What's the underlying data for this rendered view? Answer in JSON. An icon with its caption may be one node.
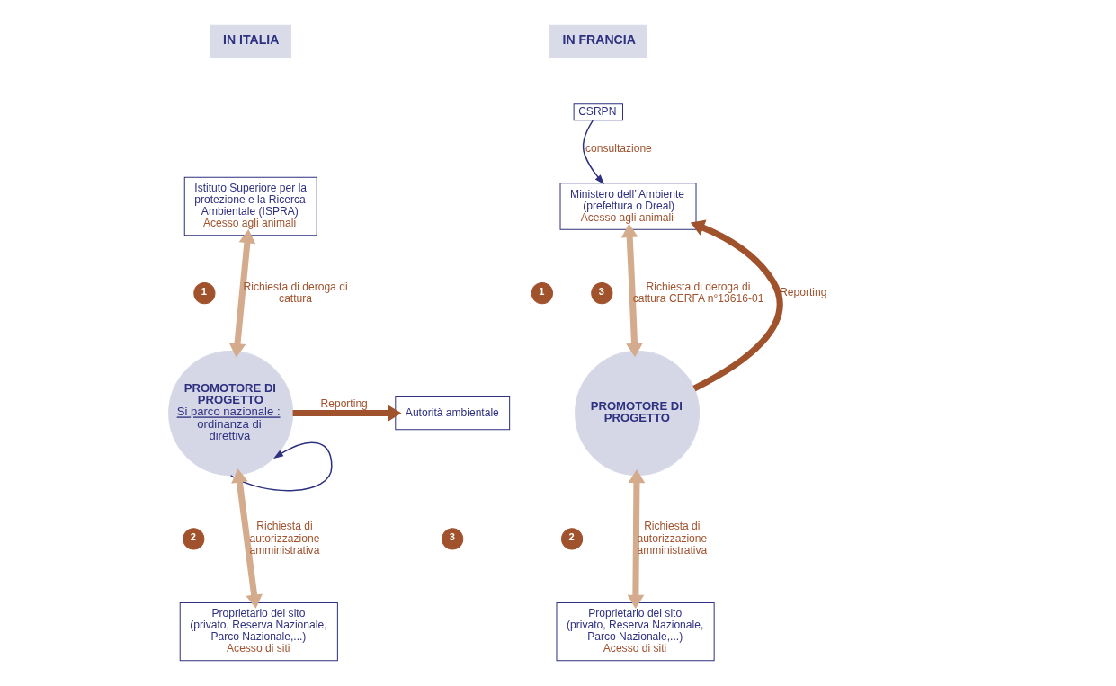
{
  "diagram": {
    "nodes": [
      {
        "text": [
          "IN ITALIA"
        ]
      },
      {
        "text": [
          "Istituto Superiore per la protezione e la Ricerca Ambientale (ISPRA)",
          "Acesso agli animali"
        ]
      },
      {
        "text": [
          "PROMOTORE DI PROGETTO",
          "Si parco nazionale :",
          "ordinanza di direttiva"
        ]
      },
      {
        "text": [
          "Autorità ambientale"
        ]
      },
      {
        "text": [
          "Proprietario del sito (privato, Reserva Nazionale, Parco Nazionale,...)",
          "Acesso di siti"
        ]
      },
      {
        "text": [
          "IN FRANCIA"
        ]
      },
      {
        "text": [
          "Ministero dell’ Ambiente (prefettura o Dreal)",
          "Acesso agli animali"
        ]
      },
      {
        "text": [
          "CSRPN"
        ]
      },
      {
        "text": [
          "PROMOTORE DI PROGETTO"
        ]
      },
      {
        "text": [
          "Proprietario del sito (privato, Reserva Nazionale, Parco Nazionale,...)",
          "Acesso di siti"
        ]
      },
      {
        "text": [
          "1"
        ]
      },
      {
        "text": [
          "3"
        ]
      },
      {
        "text": [
          "2"
        ]
      },
      {
        "text": [
          "1"
        ]
      },
      {
        "text": [
          "3"
        ]
      },
      {
        "text": [
          "2"
        ]
      }
    ],
    "edges": [
      {
        "from": 2,
        "to": 1,
        "arrow": "both",
        "label": "Richiesta di deroga di cattura"
      },
      {
        "from": 2,
        "to": 2,
        "arrow": "to",
        "color": "#2e3080"
      },
      {
        "from": 2,
        "to": 3,
        "arrow": "to",
        "label": "Reporting",
        "color": "#a0522d"
      },
      {
        "from": 2,
        "to": 4,
        "arrow": "both",
        "label": "Richiesta di autorizzazione amministrativa"
      },
      {
        "from": 7,
        "to": 6,
        "arrow": "to",
        "label": "consultazione",
        "color": "#2e3080"
      },
      {
        "from": 8,
        "to": 6,
        "arrow": "both",
        "label": "Richiesta di deroga di cattura CERFA n°13616-01"
      },
      {
        "from": 8,
        "to": 6,
        "arrow": "to",
        "label": "Reporting",
        "color": "#a0522d"
      },
      {
        "from": 8,
        "to": 9,
        "arrow": "both",
        "label": "Richiesta di autorizzazione amministrativa"
      }
    ]
  }
}
